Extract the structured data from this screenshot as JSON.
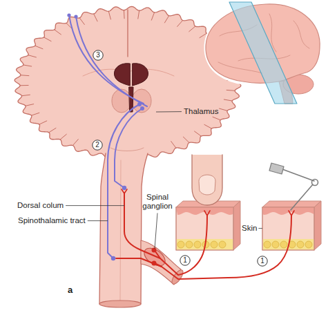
{
  "diagram": {
    "nodes": [
      {
        "text": [
          "3"
        ]
      },
      {
        "text": [
          "2"
        ]
      },
      {
        "text": [
          "1"
        ]
      },
      {
        "text": [
          "1"
        ]
      }
    ],
    "labels": [
      "Thalamus",
      "Dorsal colum",
      "Spinothalamic tract",
      "Spinal ganglion",
      "Skin",
      "a"
    ]
  }
}
